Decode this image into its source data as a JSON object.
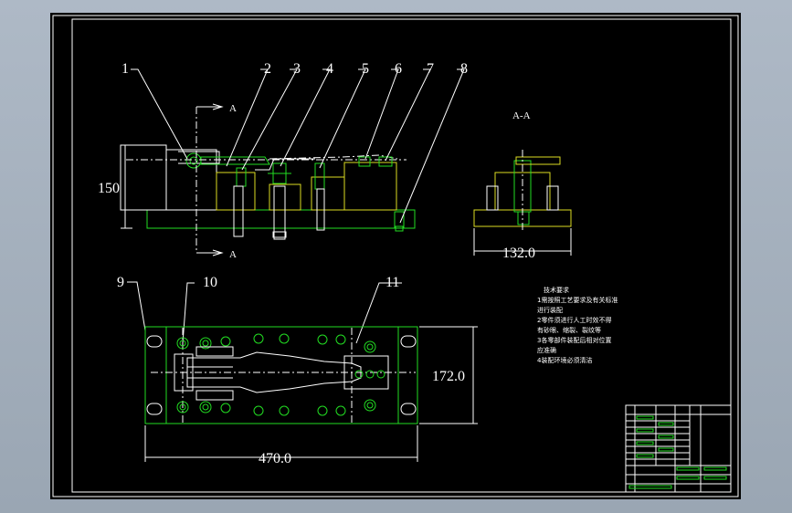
{
  "balloons": [
    "1",
    "2",
    "3",
    "4",
    "5",
    "6",
    "7",
    "8",
    "9",
    "10",
    "11"
  ],
  "section": {
    "marker": "A",
    "view_label": "A-A"
  },
  "dimensions": {
    "height": "150",
    "section_width": "132.0",
    "plan_width": "470.0",
    "plan_height": "172.0"
  },
  "notes": {
    "heading": "技术要求",
    "lines": [
      "1需按照工艺要求及有关标准",
      "进行装配",
      "2零件须进行人工时效不得",
      "有砂眼、缩裂、裂纹等",
      "3各零部件装配后相对位置",
      "应准确",
      "4装配环境必须清洁"
    ]
  },
  "colors": {
    "frame": "#ffffff",
    "part": "#22dd22",
    "hatch": "#dddd22",
    "center": "#ffffff",
    "background": "#000000"
  }
}
